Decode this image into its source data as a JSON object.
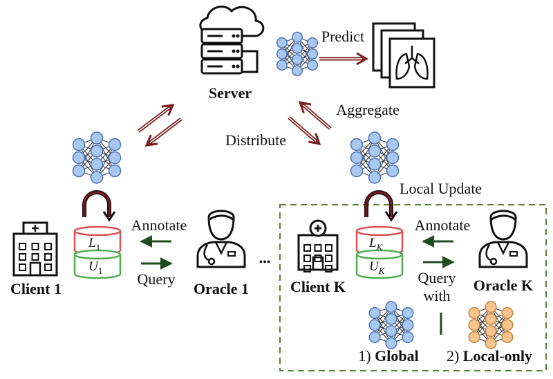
{
  "labels": {
    "server": "Server",
    "predict": "Predict",
    "aggregate": "Aggregate",
    "distribute": "Distribute",
    "local_update": "Local Update",
    "annotate_1": "Annotate",
    "query_1": "Query",
    "annotate_k": "Annotate",
    "query_with": "Query\nwith",
    "client_1": "Client 1",
    "oracle_1": "Oracle 1",
    "client_k": "Client K",
    "oracle_k": "Oracle K",
    "ellipsis": "•••",
    "option_1_prefix": "1) ",
    "option_1": "Global",
    "option_2_prefix": "2) ",
    "option_2": "Local-only"
  },
  "db": {
    "client_1_labeled": {
      "letter": "L",
      "sub": "1"
    },
    "client_1_unlabeled": {
      "letter": "U",
      "sub": "1"
    },
    "client_k_labeled": {
      "letter": "L",
      "sub": "K"
    },
    "client_k_unlabeled": {
      "letter": "U",
      "sub": "K"
    }
  },
  "colors": {
    "net_blue": "#a9c8ef",
    "net_blue_stroke": "#4a72b8",
    "net_orange": "#f6c48d",
    "net_orange_stroke": "#c8823a",
    "arrow_red": "#7a1c1c",
    "arrow_red_inner": "#ffffff",
    "arrow_green": "#1e4d1e",
    "labeled_stroke": "#e05050",
    "unlabeled_stroke": "#4caf50",
    "dashed_box": "#5a7d3a"
  },
  "icons": [
    "server-cloud-icon",
    "xray-lungs-icon",
    "hospital-icon",
    "doctor-icon",
    "neural-net-icon",
    "database-icon"
  ]
}
